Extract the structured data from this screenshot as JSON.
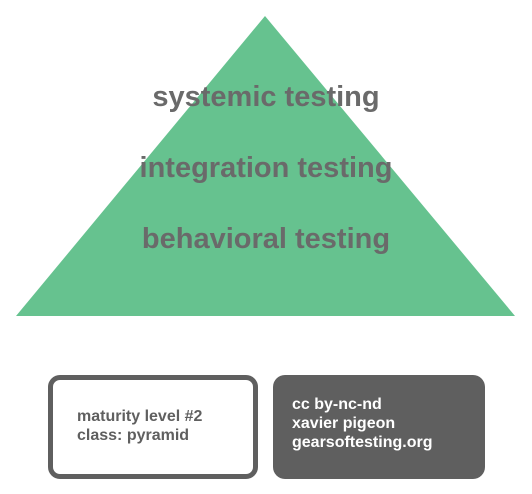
{
  "pyramid": {
    "color": "#66c28f",
    "text_color": "#6a6a6a",
    "layers": [
      {
        "label": "systemic testing"
      },
      {
        "label": "integration testing"
      },
      {
        "label": "behavioral testing"
      }
    ]
  },
  "meta_box": {
    "lines": [
      "maturity level #2",
      "class: pyramid"
    ],
    "border_color": "#5f5f5f"
  },
  "credit_box": {
    "lines": [
      "cc by-nc-nd",
      "xavier pigeon",
      "gearsoftesting.org"
    ],
    "background_color": "#5f5f5f"
  }
}
